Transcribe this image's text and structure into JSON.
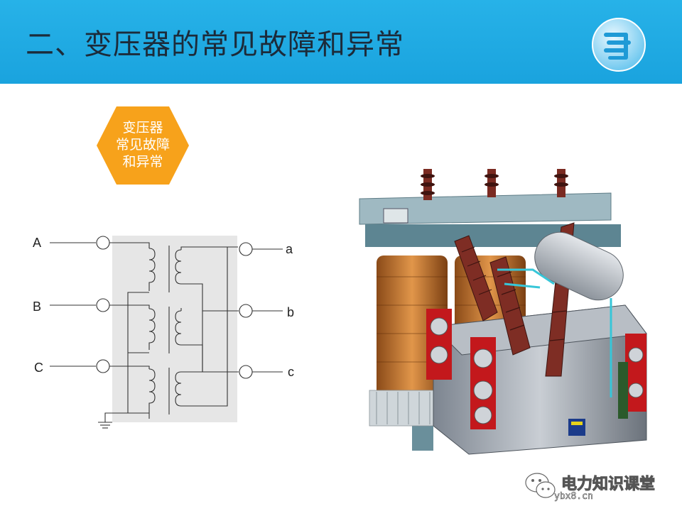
{
  "slide": {
    "title": "二、变压器的常见故障和异常",
    "badge_lines": [
      "变压器",
      "常见故障",
      "和异常"
    ]
  },
  "diagram": {
    "primary_labels": [
      "A",
      "B",
      "C"
    ],
    "secondary_labels": [
      "a",
      "b",
      "c"
    ]
  },
  "watermark": {
    "brand": "电力知识课堂",
    "url": "ybx8.cn"
  },
  "colors": {
    "header": "#1aa3de",
    "badge": "#f7a21b",
    "diagram_bg": "#e6e6e6"
  }
}
